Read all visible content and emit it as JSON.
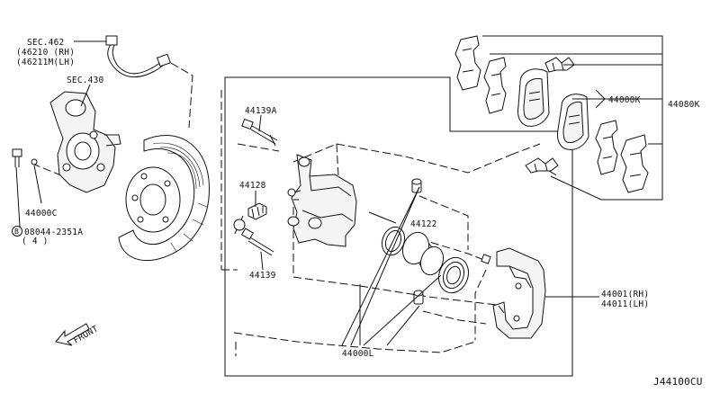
{
  "diagram": {
    "drawing_code": "J44100CU",
    "front_label": "FRONT",
    "callouts": {
      "sec462_l1": "SEC.462",
      "sec462_l2": "(46210 (RH)",
      "sec462_l3": "(46211M(LH)",
      "sec430": "SEC.430",
      "p44000C": "44000C",
      "bolt_l1": "08044-2351A",
      "bolt_l2": "( 4 )",
      "bolt_circle": "B",
      "p44139A": "44139A",
      "p44128": "44128",
      "p44139": "44139",
      "p44122": "44122",
      "p44000L": "44000L",
      "p44000K": "44000K",
      "p44080K": "44080K",
      "p44001_l1": "44001(RH)",
      "p44001_l2": "44011(LH)"
    }
  }
}
